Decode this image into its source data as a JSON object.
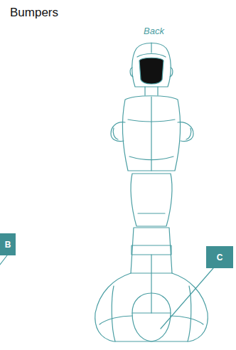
{
  "diagram": {
    "title": "Bumpers",
    "nodes": [
      {
        "text": [
          "B"
        ]
      },
      {
        "text": [
          "C"
        ]
      }
    ],
    "labels": [
      "Back"
    ]
  }
}
